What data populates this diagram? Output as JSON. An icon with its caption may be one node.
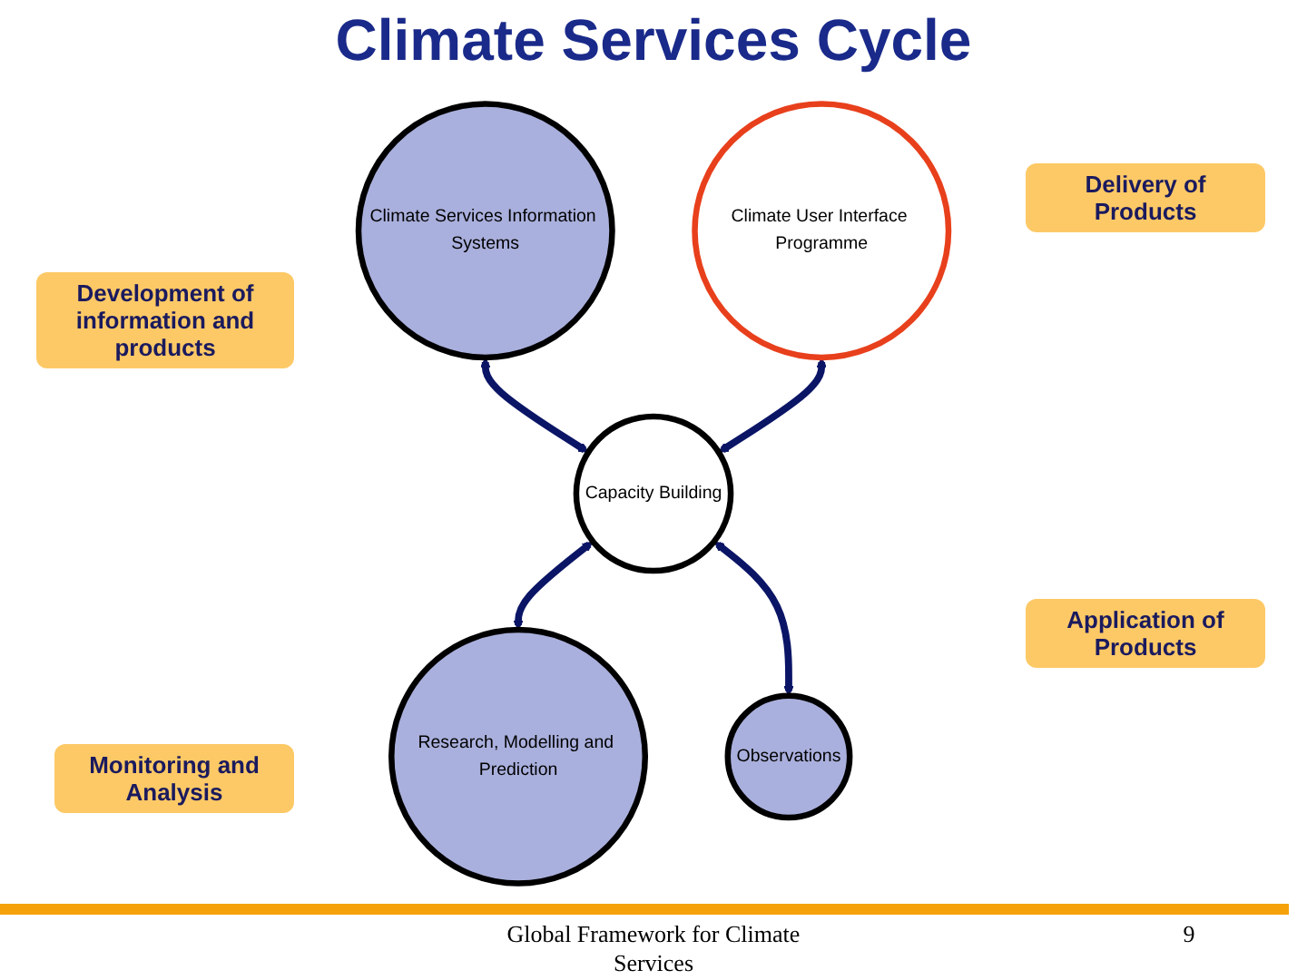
{
  "diagram": {
    "title": "Climate Services Cycle",
    "nodes": [
      {
        "text": [
          "Climate Services Information Systems"
        ]
      },
      {
        "text": [
          "Climate User Interface Programme"
        ]
      },
      {
        "text": [
          "Capacity Building"
        ]
      },
      {
        "text": [
          "Research, Modelling and Prediction"
        ]
      },
      {
        "text": [
          "Observations"
        ]
      }
    ],
    "edges": [
      {
        "from": 0,
        "to": 2,
        "arrow": "both"
      },
      {
        "from": 1,
        "to": 2,
        "arrow": "both"
      },
      {
        "from": 2,
        "to": 3,
        "arrow": "both"
      },
      {
        "from": 2,
        "to": 4,
        "arrow": "both"
      }
    ],
    "labels": [
      "Delivery of Products",
      "Development of information and products",
      "Application of Products",
      "Monitoring and Analysis",
      "Global Framework for Climate Services",
      "9"
    ]
  }
}
